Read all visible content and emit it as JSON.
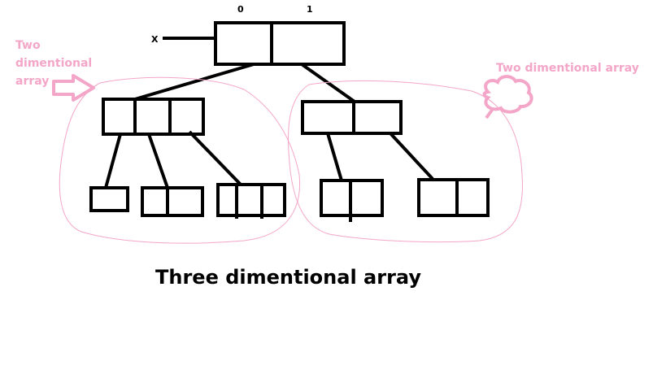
{
  "diagram": {
    "indices": [
      "0",
      "1"
    ],
    "variable": "X",
    "left_note": [
      "Two",
      "dimentional",
      "array"
    ],
    "right_note": "Two dimentional array",
    "caption": "Three dimentional array",
    "colors": {
      "ink": "#000000",
      "annotation": "#f4a6c8"
    }
  }
}
